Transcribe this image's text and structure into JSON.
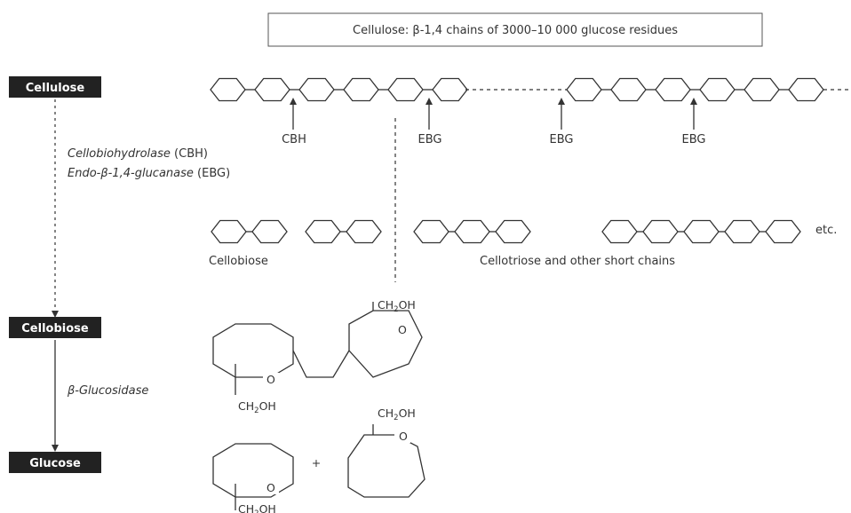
{
  "title_box": "Cellulose: β-1,4 chains of 3000–10 000 glucose residues",
  "stages": {
    "cellulose": "Cellulose",
    "cellobiose": "Cellobiose",
    "glucose": "Glucose"
  },
  "enzymes": {
    "cbh": "Cellobiohydrolase",
    "cbh_abbr": " (CBH)",
    "ebg": "Endo-β-1,4-glucanase",
    "ebg_abbr": " (EBG)",
    "bgluc": "β-Glucosidase"
  },
  "cut_sites": [
    "CBH",
    "EBG",
    "EBG",
    "EBG"
  ],
  "products": {
    "cellobiose": "Cellobiose",
    "short_chains": "Cellotriose and other short chains",
    "etc": "etc."
  },
  "formula": {
    "main": "CH",
    "subscript": "2",
    "tail": "OH",
    "ring_o": "O",
    "plus": "+"
  }
}
